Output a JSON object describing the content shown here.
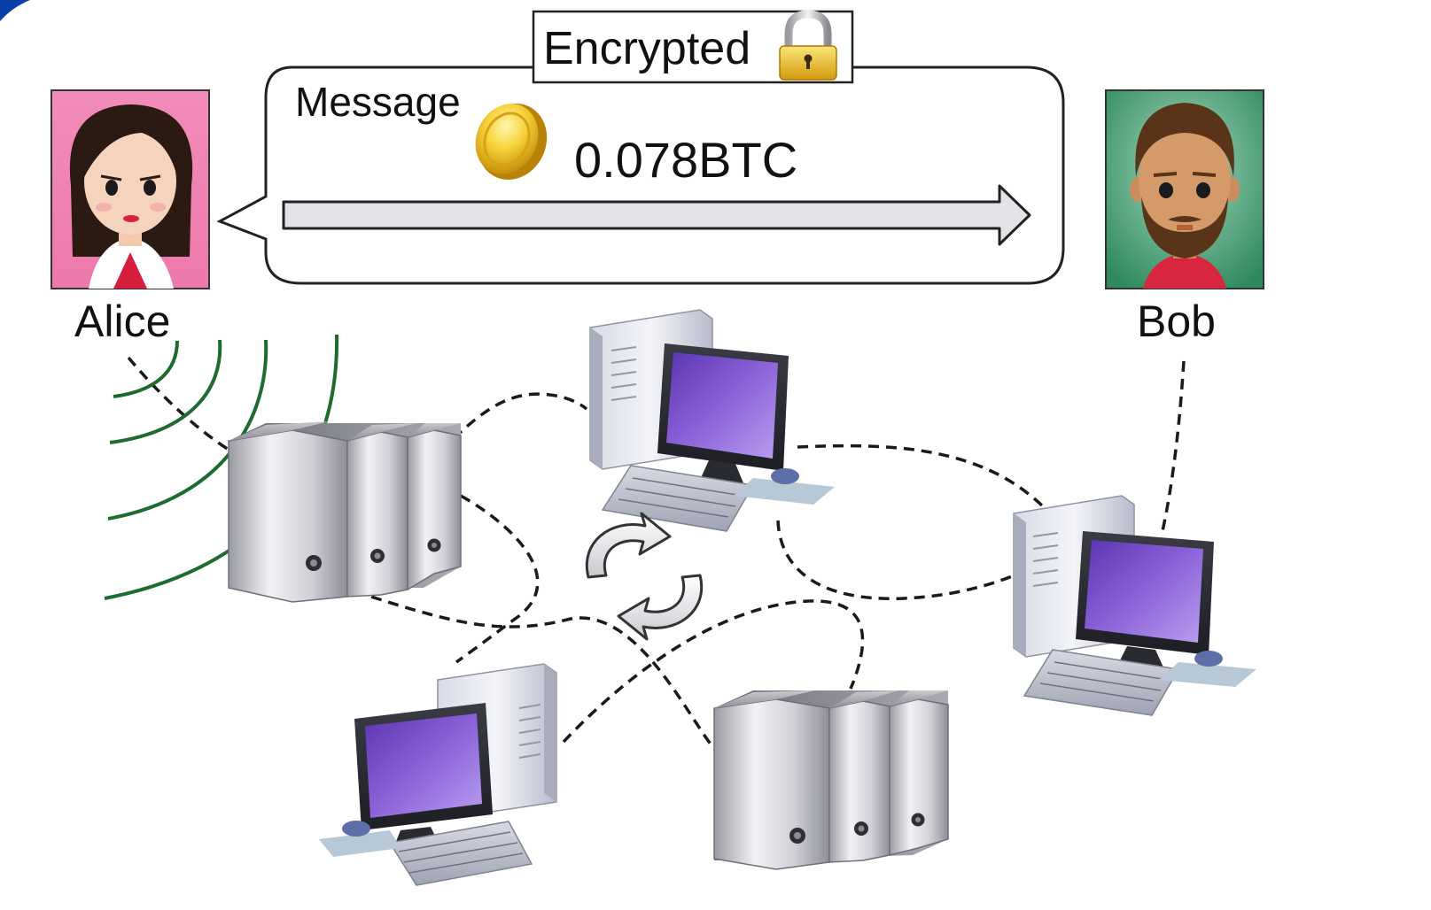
{
  "sender": {
    "name": "Alice"
  },
  "receiver": {
    "name": "Bob"
  },
  "message": {
    "label": "Message",
    "amount": "0.078BTC",
    "encryption_label": "Encrypted"
  },
  "icons": {
    "lock": "padlock-icon",
    "coin": "gold-coin-icon",
    "sync": "circular-arrows-icon",
    "wireless": "signal-arcs-icon"
  },
  "colors": {
    "alice_background": "#f07fb2",
    "bob_background": "#2e8a5c",
    "wireless_arcs": "#1e6b2f",
    "screen": "#7b52c8",
    "arrow_fill": "#e2e3e6",
    "top_corner": "#0b3fa8"
  }
}
